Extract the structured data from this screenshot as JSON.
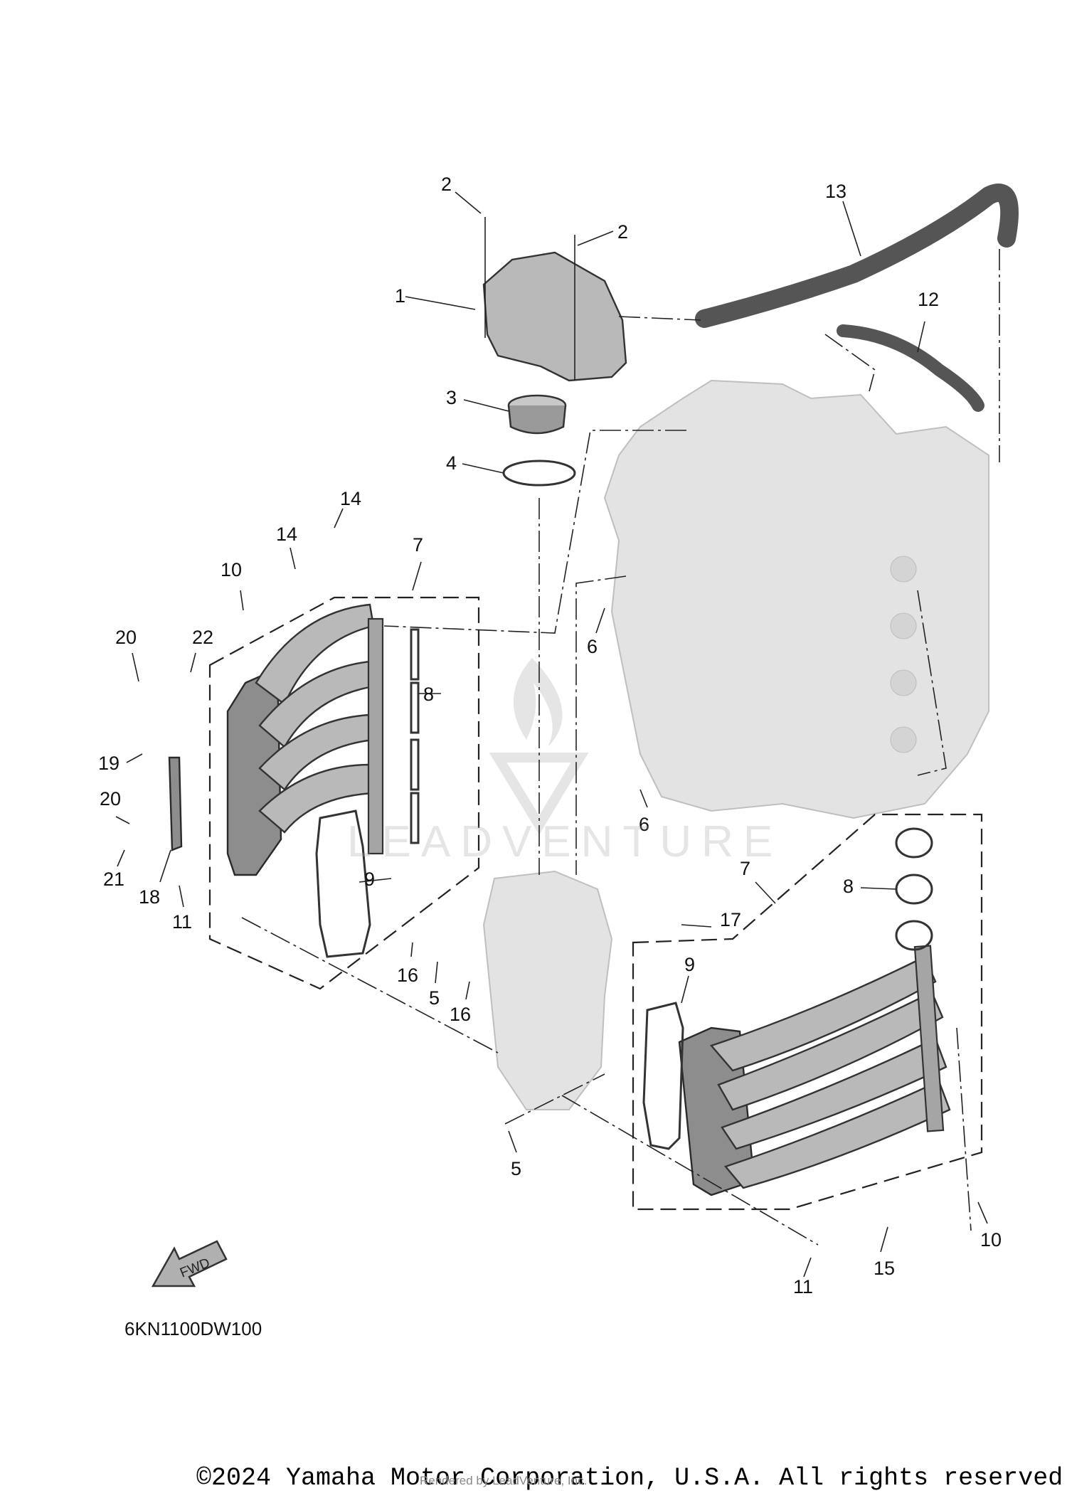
{
  "diagram": {
    "callouts": [
      {
        "id": "c2a",
        "label": "2"
      },
      {
        "id": "c2b",
        "label": "2"
      },
      {
        "id": "c13",
        "label": "13"
      },
      {
        "id": "c1",
        "label": "1"
      },
      {
        "id": "c12",
        "label": "12"
      },
      {
        "id": "c3",
        "label": "3"
      },
      {
        "id": "c4",
        "label": "4"
      },
      {
        "id": "c14a",
        "label": "14"
      },
      {
        "id": "c14b",
        "label": "14"
      },
      {
        "id": "c7a",
        "label": "7"
      },
      {
        "id": "c10a",
        "label": "10"
      },
      {
        "id": "c20a",
        "label": "20"
      },
      {
        "id": "c22",
        "label": "22"
      },
      {
        "id": "c6a",
        "label": "6"
      },
      {
        "id": "c8a",
        "label": "8"
      },
      {
        "id": "c19",
        "label": "19"
      },
      {
        "id": "c20b",
        "label": "20"
      },
      {
        "id": "c6b",
        "label": "6"
      },
      {
        "id": "c21",
        "label": "21"
      },
      {
        "id": "c18",
        "label": "18"
      },
      {
        "id": "c9a",
        "label": "9"
      },
      {
        "id": "c7b",
        "label": "7"
      },
      {
        "id": "c8b",
        "label": "8"
      },
      {
        "id": "c11a",
        "label": "11"
      },
      {
        "id": "c17",
        "label": "17"
      },
      {
        "id": "c16a",
        "label": "16"
      },
      {
        "id": "c5a",
        "label": "5"
      },
      {
        "id": "c16b",
        "label": "16"
      },
      {
        "id": "c9b",
        "label": "9"
      },
      {
        "id": "c5b",
        "label": "5"
      },
      {
        "id": "c10b",
        "label": "10"
      },
      {
        "id": "c15",
        "label": "15"
      },
      {
        "id": "c11b",
        "label": "11"
      }
    ],
    "fwd_label": "FWD",
    "code": "6KN1100DW100",
    "watermark": "LEADVENTURE"
  },
  "footer": {
    "copyright": "©2024 Yamaha Motor Corporation, U.S.A. All rights reserved.",
    "rendered_by": "Rendered by LeadVenture, Inc."
  }
}
